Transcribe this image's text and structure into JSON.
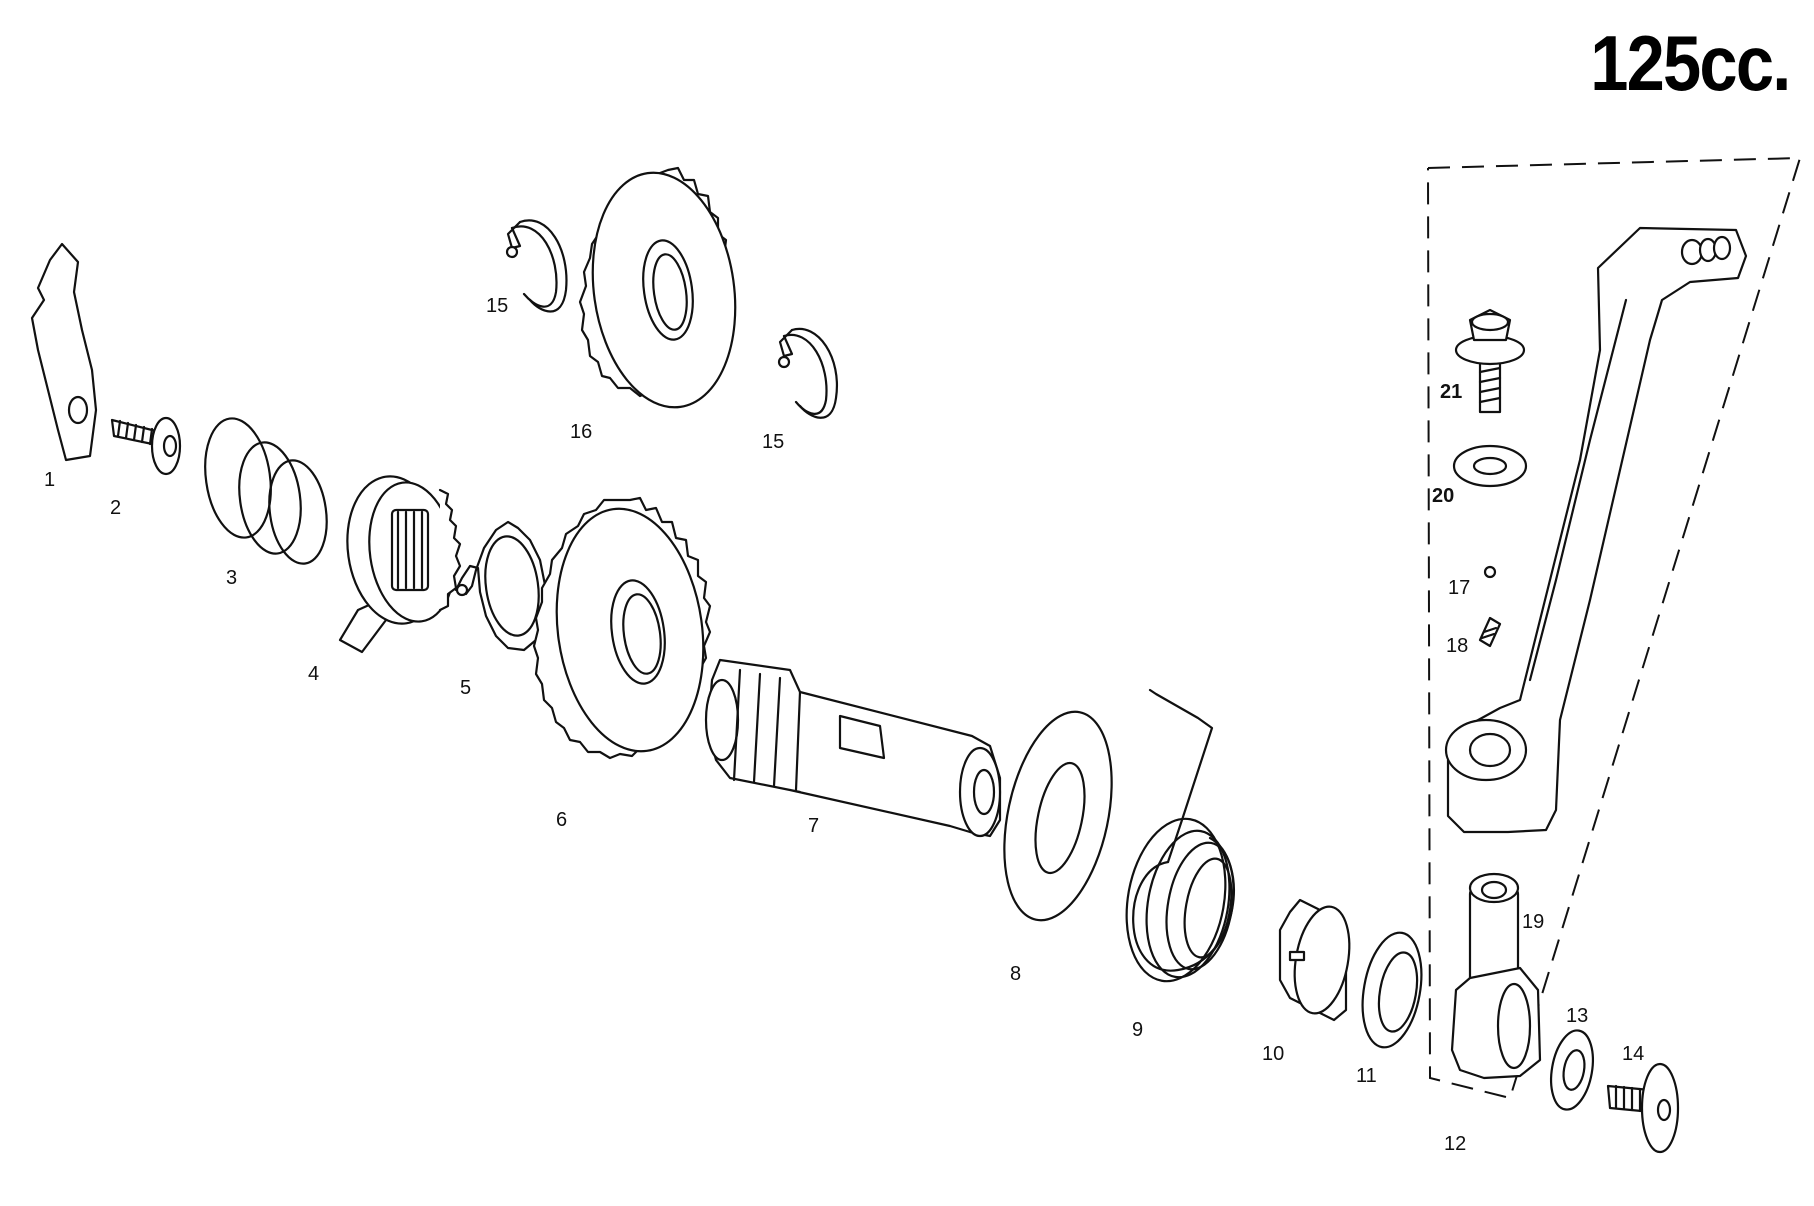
{
  "title": "125cc.",
  "labels": {
    "p1": "1",
    "p2": "2",
    "p3": "3",
    "p4": "4",
    "p5": "5",
    "p6": "6",
    "p7": "7",
    "p8": "8",
    "p9": "9",
    "p10": "10",
    "p11": "11",
    "p12": "12",
    "p13": "13",
    "p14": "14",
    "p15a": "15",
    "p15b": "15",
    "p16": "16",
    "p17": "17",
    "p18": "18",
    "p19": "19",
    "p20": "20",
    "p21": "21"
  },
  "colors": {
    "line": "#111111",
    "background": "#ffffff"
  }
}
